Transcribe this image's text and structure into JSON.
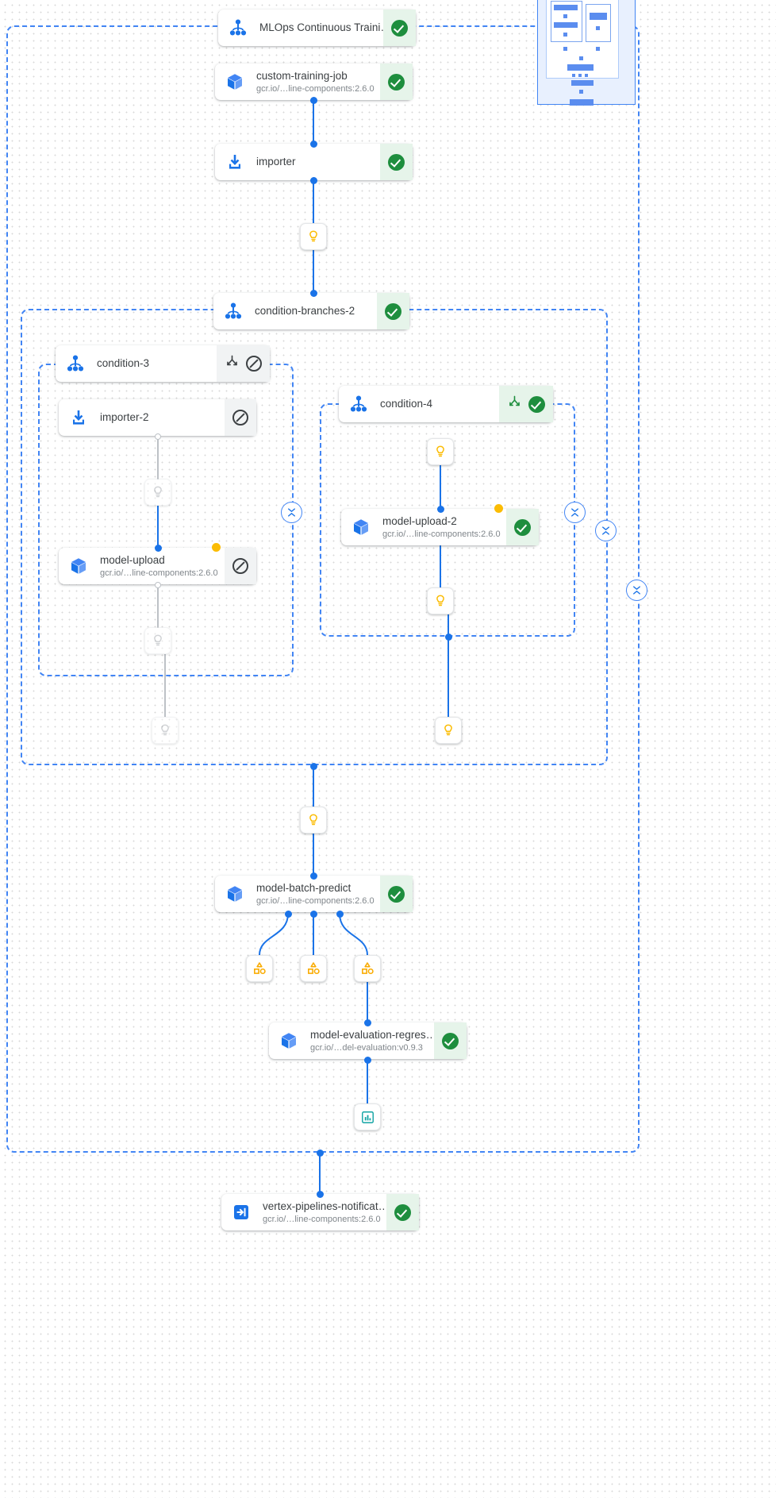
{
  "app": {
    "view": "pipeline-dag",
    "accent": "#1a73e8",
    "success_color": "#1e8e3e",
    "warning_color": "#fbbc04",
    "skipped_color": "#3c4043",
    "canvas_bg": "#ffffff"
  },
  "nodes": {
    "root": {
      "title": "MLOps Continuous Traini…",
      "subtitle": "",
      "icon": "dag-icon",
      "status": "succeeded"
    },
    "custom_training_job": {
      "title": "custom-training-job",
      "subtitle": "gcr.io/…line-components:2.6.0",
      "icon": "container-icon",
      "status": "succeeded"
    },
    "importer": {
      "title": "importer",
      "subtitle": "",
      "icon": "import-icon",
      "status": "succeeded"
    },
    "condition_branches_2": {
      "title": "condition-branches-2",
      "subtitle": "",
      "icon": "dag-icon",
      "status": "succeeded"
    },
    "condition_3": {
      "title": "condition-3",
      "subtitle": "",
      "icon": "dag-icon",
      "status": "skipped",
      "branch_icon": "branch-icon"
    },
    "importer_2": {
      "title": "importer-2",
      "subtitle": "",
      "icon": "import-icon",
      "status": "skipped"
    },
    "model_upload": {
      "title": "model-upload",
      "subtitle": "gcr.io/…line-components:2.6.0",
      "icon": "container-icon",
      "status": "skipped",
      "has_warning_port": true
    },
    "condition_4": {
      "title": "condition-4",
      "subtitle": "",
      "icon": "dag-icon",
      "status": "succeeded",
      "branch_icon": "branch-icon"
    },
    "model_upload_2": {
      "title": "model-upload-2",
      "subtitle": "gcr.io/…line-components:2.6.0",
      "icon": "container-icon",
      "status": "succeeded",
      "has_warning_port": true
    },
    "model_batch_predict": {
      "title": "model-batch-predict",
      "subtitle": "gcr.io/…line-components:2.6.0",
      "icon": "container-icon",
      "status": "succeeded"
    },
    "model_evaluation_regression": {
      "title": "model-evaluation-regres…",
      "subtitle": "gcr.io/…del-evaluation:v0.9.3",
      "icon": "container-icon",
      "status": "succeeded"
    },
    "vertex_pipelines_notification": {
      "title": "vertex-pipelines-notificat…",
      "subtitle": "gcr.io/…line-components:2.6.0",
      "icon": "exit-icon",
      "status": "succeeded"
    }
  },
  "artifacts": [
    {
      "name": "artifact-1",
      "icon": "artifact-shapes-icon"
    },
    {
      "name": "artifact-2",
      "icon": "artifact-shapes-icon"
    },
    {
      "name": "artifact-3",
      "icon": "artifact-shapes-icon"
    }
  ],
  "lightbulbs": [
    {
      "name": "parameter-importer",
      "icon": "lightbulb-icon",
      "state": "active"
    },
    {
      "name": "parameter-importer-2",
      "icon": "lightbulb-icon",
      "state": "dimmed"
    },
    {
      "name": "parameter-model-upload-out",
      "icon": "lightbulb-icon",
      "state": "dimmed"
    },
    {
      "name": "parameter-condition-3-out",
      "icon": "lightbulb-icon",
      "state": "dimmed"
    },
    {
      "name": "parameter-condition-4-in",
      "icon": "lightbulb-icon",
      "state": "active"
    },
    {
      "name": "parameter-model-upload-2-out",
      "icon": "lightbulb-icon",
      "state": "active"
    },
    {
      "name": "parameter-condition-4-exit",
      "icon": "lightbulb-icon",
      "state": "active"
    },
    {
      "name": "parameter-batch-predict-in",
      "icon": "lightbulb-icon",
      "state": "active"
    }
  ],
  "metrics_node": {
    "name": "metrics-artifact",
    "icon": "bar-chart-icon"
  },
  "collapse_controls": [
    {
      "name": "collapse-condition-3",
      "icon": "collapse-vertical-icon"
    },
    {
      "name": "collapse-condition-4",
      "icon": "collapse-vertical-icon"
    },
    {
      "name": "collapse-branches-inner",
      "icon": "collapse-vertical-icon"
    },
    {
      "name": "collapse-branches-outer",
      "icon": "collapse-vertical-icon"
    }
  ],
  "groups": [
    {
      "name": "group-pipeline-root",
      "label": ""
    },
    {
      "name": "group-condition-branches-2",
      "label": ""
    },
    {
      "name": "group-condition-3",
      "label": ""
    },
    {
      "name": "group-condition-4",
      "label": ""
    }
  ],
  "minimap": {
    "name": "minimap",
    "visible": true
  }
}
